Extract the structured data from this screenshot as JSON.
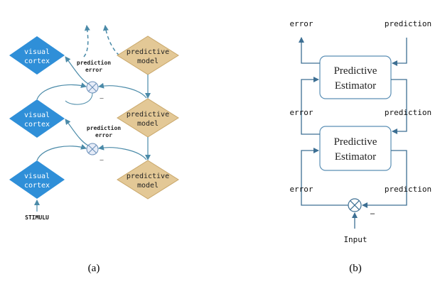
{
  "panel_a": {
    "visual_cortex_label": [
      "visual",
      "cortex"
    ],
    "predictive_model_label": [
      "predictive",
      "model"
    ],
    "prediction_error_label": [
      "prediction",
      "error"
    ],
    "minus_sign": "–",
    "stimulus_label": "STIMULU",
    "caption": "(a)",
    "colors": {
      "cortex": "#2f8fd8",
      "model": "#e3c896",
      "model_border": "#c9a76a",
      "arrow": "#4a8aa8",
      "comparator_fill": "#e6ecf8"
    }
  },
  "panel_b": {
    "top_error_label": "error",
    "top_prediction_label": "prediction",
    "estimator_label": [
      "Predictive",
      "Estimator"
    ],
    "mid_error_label": "error",
    "mid_prediction_label": "prediction",
    "bottom_error_label": "error",
    "bottom_prediction_label": "prediction",
    "minus_sign": "–",
    "input_label": "Input",
    "caption": "(b)",
    "colors": {
      "line": "#3d6f93",
      "box_border": "#5b8fb5"
    }
  }
}
